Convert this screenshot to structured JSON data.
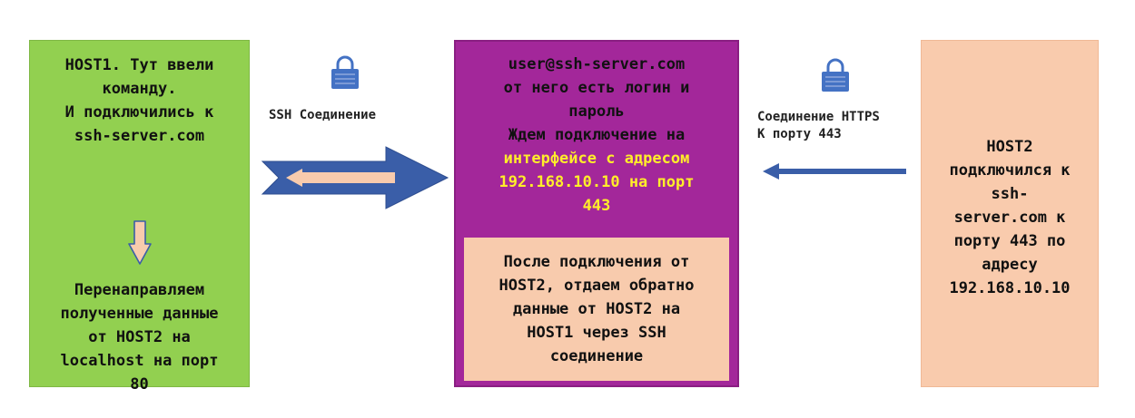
{
  "host1": {
    "line1": "HOST1. Тут ввели",
    "line2": "команду.",
    "line3": "И подключились к",
    "line4": "ssh-server.com",
    "redirect_lines": [
      "Перенаправляем",
      "полученные данные",
      "от HOST2 на",
      "localhost на порт",
      "80"
    ]
  },
  "ssh_link": {
    "label": "SSH Соединение",
    "icon": "lock-icon"
  },
  "server": {
    "line1": "user@ssh-server.com",
    "line2": "от него есть логин и",
    "line3": "пароль",
    "line4": "Ждем подключение на",
    "line5_yellow": "интерфейсе с адресом",
    "line6_yellow": "192.168.10.10 на порт",
    "line7_yellow": "443",
    "inner_lines": [
      "После подключения от",
      "HOST2, отдаем обратно",
      "данные от HOST2 на",
      "HOST1 через SSH",
      "соединение"
    ]
  },
  "https_link": {
    "label_line1": "Соединение HTTPS",
    "label_line2": "К порту 443",
    "icon": "lock-icon"
  },
  "host2": {
    "lines": [
      "HOST2",
      "подключился к",
      "ssh-",
      "server.com к",
      "порту 443 по",
      "адресу",
      "192.168.10.10"
    ]
  },
  "colors": {
    "host1_bg": "#92d050",
    "server_bg": "#a3279a",
    "server_highlight": "#ffee2a",
    "inner_bg": "#f8cbad",
    "host2_bg": "#f9cbad",
    "arrow_blue": "#3a5ea8",
    "arrow_peach": "#f8cbad",
    "lock_blue": "#4472c4"
  }
}
